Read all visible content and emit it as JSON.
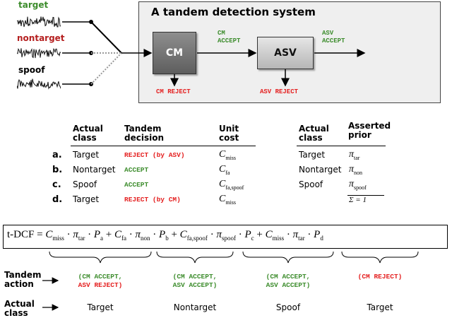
{
  "diagram": {
    "sources": [
      {
        "label": "target",
        "color": "#3c8c2c"
      },
      {
        "label": "nontarget",
        "color": "#b52020"
      },
      {
        "label": "spoof",
        "color": "#000000"
      }
    ],
    "system_title": "A tandem detection system",
    "cm_block": "CM",
    "asv_block": "ASV",
    "cm_accept": [
      "CM",
      "ACCEPT"
    ],
    "asv_accept": [
      "ASV",
      "ACCEPT"
    ],
    "cm_reject": "CM REJECT",
    "asv_reject": "ASV REJECT"
  },
  "cost_table": {
    "headers": {
      "actual": [
        "Actual",
        "class"
      ],
      "decision": [
        "Tandem",
        "decision"
      ],
      "cost": [
        "Unit",
        "cost"
      ]
    },
    "rows": [
      {
        "letter": "a.",
        "class": "Target",
        "decision": "REJECT (by ASV)",
        "decision_color": "#e41e1e",
        "cost_sym": "C",
        "cost_sub": "miss"
      },
      {
        "letter": "b.",
        "class": "Nontarget",
        "decision": "ACCEPT",
        "decision_color": "#3c8c2c",
        "cost_sym": "C",
        "cost_sub": "fa"
      },
      {
        "letter": "c.",
        "class": "Spoof",
        "decision": "ACCEPT",
        "decision_color": "#3c8c2c",
        "cost_sym": "C",
        "cost_sub": "fa,spoof"
      },
      {
        "letter": "d.",
        "class": "Target",
        "decision": "REJECT (by CM)",
        "decision_color": "#e41e1e",
        "cost_sym": "C",
        "cost_sub": "miss"
      }
    ]
  },
  "prior_table": {
    "headers": {
      "actual": [
        "Actual",
        "class"
      ],
      "prior": [
        "Asserted",
        "prior"
      ]
    },
    "rows": [
      {
        "class": "Target",
        "sym": "π",
        "sub": "tar"
      },
      {
        "class": "Nontarget",
        "sym": "π",
        "sub": "non"
      },
      {
        "class": "Spoof",
        "sym": "π",
        "sub": "spoof"
      }
    ],
    "sum": "Σ = 1"
  },
  "formula": {
    "lhs": "t-DCF",
    "terms": [
      {
        "C": "C",
        "C_sub": "miss",
        "pi_sub": "tar",
        "P_sub": "a"
      },
      {
        "C": "C",
        "C_sub": "fa",
        "pi_sub": "non",
        "P_sub": "b"
      },
      {
        "C": "C",
        "C_sub": "fa,spoof",
        "pi_sub": "spoof",
        "P_sub": "c"
      },
      {
        "C": "C",
        "C_sub": "miss",
        "pi_sub": "tar",
        "P_sub": "d"
      }
    ]
  },
  "bottom": {
    "tandem_action_label": [
      "Tandem",
      "action"
    ],
    "actual_class_label": [
      "Actual",
      "class"
    ],
    "actions": [
      {
        "line1": "(CM ACCEPT,",
        "line1_color": "#3c8c2c",
        "line2": "ASV REJECT)",
        "line2_color": "#e41e1e"
      },
      {
        "line1": "(CM ACCEPT,",
        "line1_color": "#3c8c2c",
        "line2": "ASV ACCEPT)",
        "line2_color": "#3c8c2c"
      },
      {
        "line1": "(CM ACCEPT,",
        "line1_color": "#3c8c2c",
        "line2": "ASV ACCEPT)",
        "line2_color": "#3c8c2c"
      },
      {
        "line1": "(CM REJECT)",
        "line1_color": "#e41e1e",
        "line2": "",
        "line2_color": "#e41e1e"
      }
    ],
    "classes": [
      "Target",
      "Nontarget",
      "Spoof",
      "Target"
    ]
  }
}
